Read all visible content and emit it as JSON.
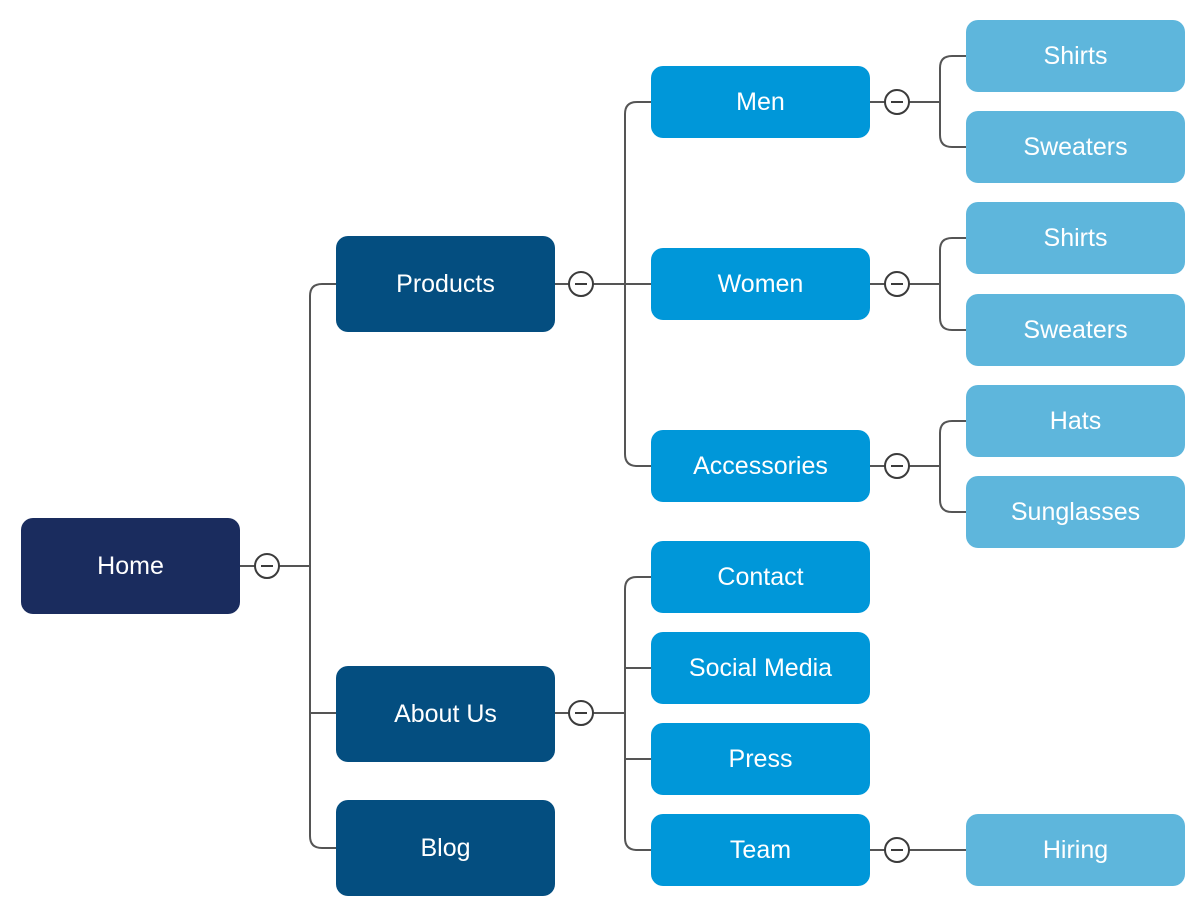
{
  "diagram": {
    "root": {
      "label": "Home"
    },
    "products": {
      "label": "Products",
      "men": {
        "label": "Men",
        "children": [
          "Shirts",
          "Sweaters"
        ]
      },
      "women": {
        "label": "Women",
        "children": [
          "Shirts",
          "Sweaters"
        ]
      },
      "accessories": {
        "label": "Accessories",
        "children": [
          "Hats",
          "Sunglasses"
        ]
      }
    },
    "about": {
      "label": "About Us",
      "contact": "Contact",
      "social_media": "Social Media",
      "press": "Press",
      "team": {
        "label": "Team",
        "children": [
          "Hiring"
        ]
      }
    },
    "blog": {
      "label": "Blog"
    }
  },
  "colors": {
    "root": "#1a2c5e",
    "level1": "#044e80",
    "level2": "#0097d9",
    "level3": "#5eb6dc",
    "connector": "#555555"
  },
  "icons": {
    "collapse": "minus-circle-icon"
  }
}
